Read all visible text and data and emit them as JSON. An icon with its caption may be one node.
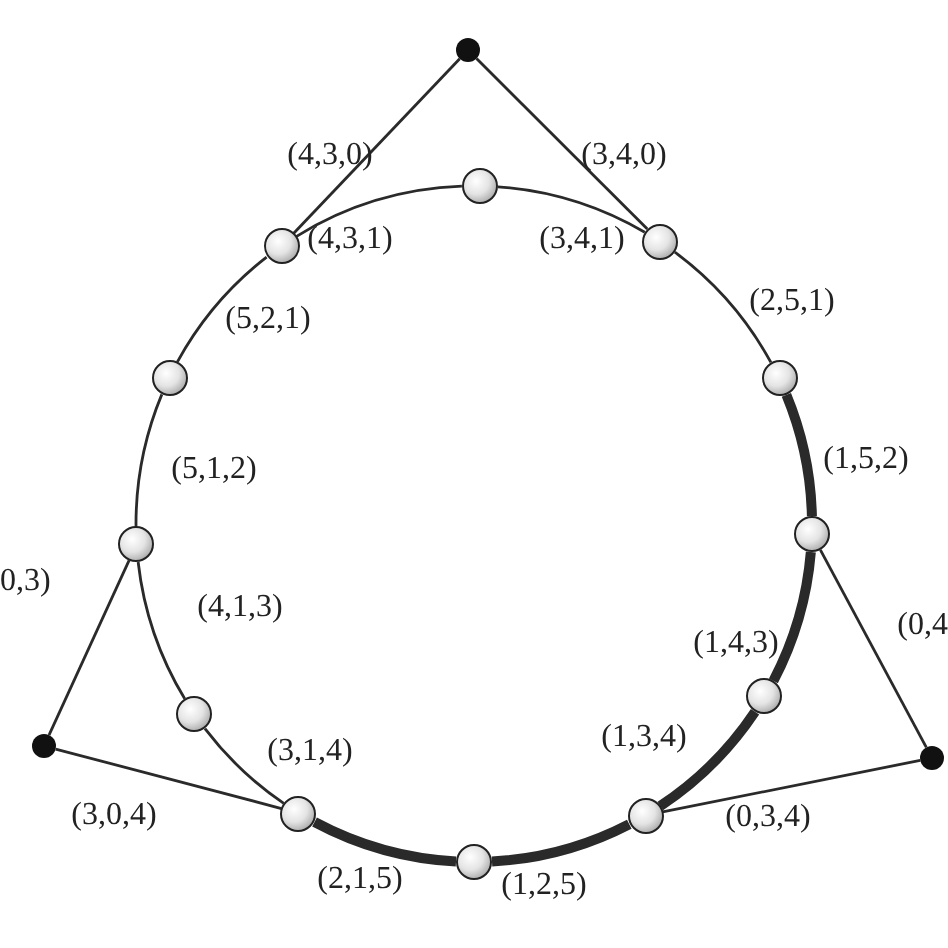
{
  "diagram": {
    "nodes": [
      {
        "text": [],
        "shape": "dot"
      },
      {
        "text": [],
        "shape": "sphere"
      },
      {
        "text": [],
        "shape": "sphere"
      },
      {
        "text": [],
        "shape": "sphere"
      },
      {
        "text": [],
        "shape": "sphere"
      },
      {
        "text": [],
        "shape": "sphere"
      },
      {
        "text": [],
        "shape": "sphere"
      },
      {
        "text": [],
        "shape": "sphere"
      },
      {
        "text": [],
        "shape": "sphere"
      },
      {
        "text": [],
        "shape": "sphere"
      },
      {
        "text": [],
        "shape": "dot"
      },
      {
        "text": [],
        "shape": "dot"
      },
      {
        "text": [],
        "shape": "sphere"
      },
      {
        "text": [],
        "shape": "sphere"
      },
      {
        "text": [],
        "shape": "sphere"
      }
    ],
    "edges": [
      {
        "from": 0,
        "to": 2,
        "arrow": "none",
        "label": "(4,3,0)"
      },
      {
        "from": 0,
        "to": 3,
        "arrow": "none",
        "label": "(3,4,0)"
      },
      {
        "from": 1,
        "to": 2,
        "arrow": "none",
        "label": "(4,3,1)"
      },
      {
        "from": 1,
        "to": 3,
        "arrow": "none",
        "label": "(3,4,1)"
      },
      {
        "from": 3,
        "to": 5,
        "arrow": "none",
        "label": "(2,5,1)"
      },
      {
        "from": 2,
        "to": 4,
        "arrow": "none",
        "label": "(5,2,1)"
      },
      {
        "from": 5,
        "to": 6,
        "arrow": "none",
        "label": "(1,5,2)",
        "style": "thick"
      },
      {
        "from": 4,
        "to": 7,
        "arrow": "none",
        "label": "(5,1,2)"
      },
      {
        "from": 6,
        "to": 8,
        "arrow": "none",
        "label": "(1,4,3)",
        "style": "thick"
      },
      {
        "from": 7,
        "to": 9,
        "arrow": "none",
        "label": "(4,1,3)"
      },
      {
        "from": 8,
        "to": 13,
        "arrow": "none",
        "label": "(1,3,4)",
        "style": "thick"
      },
      {
        "from": 9,
        "to": 12,
        "arrow": "none",
        "label": "(3,1,4)"
      },
      {
        "from": 12,
        "to": 14,
        "arrow": "none",
        "label": "(2,1,5)",
        "style": "thick"
      },
      {
        "from": 14,
        "to": 13,
        "arrow": "none",
        "label": "(1,2,5)",
        "style": "thick"
      },
      {
        "from": 10,
        "to": 7,
        "arrow": "none",
        "label": "0,3)"
      },
      {
        "from": 10,
        "to": 12,
        "arrow": "none",
        "label": "(3,0,4)"
      },
      {
        "from": 11,
        "to": 6,
        "arrow": "none",
        "label": "(0,4"
      },
      {
        "from": 11,
        "to": 13,
        "arrow": "none",
        "label": "(0,3,4)"
      }
    ]
  }
}
